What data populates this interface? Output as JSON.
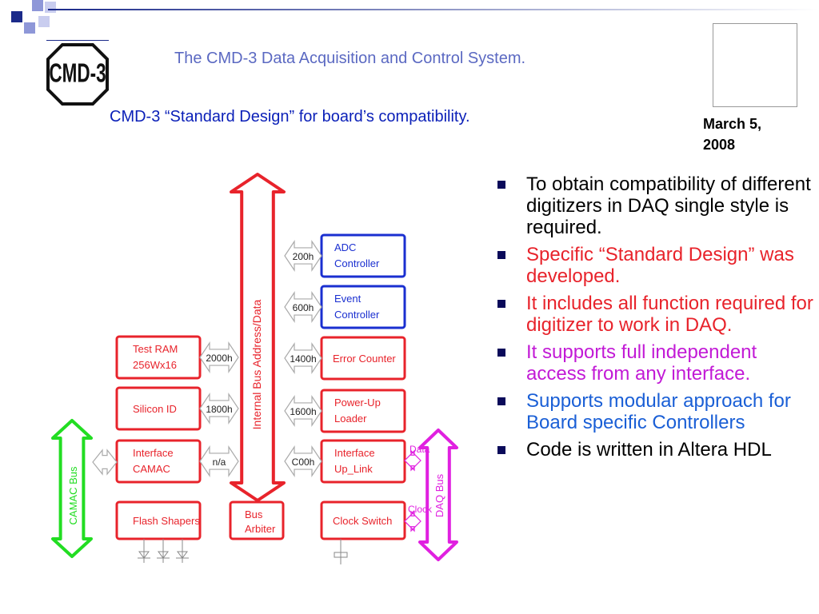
{
  "header": {
    "title": "The CMD-3 Data Acquisition and Control System.",
    "subtitle": "CMD-3 “Standard Design” for board’s compatibility.",
    "date": "March 5, 2008",
    "logo_text": "CMD-3"
  },
  "diagram": {
    "internal_bus_label": "Internal Bus Address/Data",
    "camac_bus_label": "CAMAC Bus",
    "daq_bus_label": "DAQ Bus",
    "data_label": "Data",
    "clock_label": "Clock",
    "left_blocks": [
      {
        "line1": "Test RAM",
        "line2": "256Wx16",
        "addr": "2000h"
      },
      {
        "line1": "Silicon ID",
        "line2": "",
        "addr": "1800h"
      },
      {
        "line1": "Interface",
        "line2": "CAMAC",
        "addr": "n/a"
      },
      {
        "line1": "Flash Shapers",
        "line2": "",
        "addr": ""
      }
    ],
    "right_blocks": [
      {
        "line1": "ADC",
        "line2": "Controller",
        "addr": "200h"
      },
      {
        "line1": "Event",
        "line2": "Controller",
        "addr": "600h"
      },
      {
        "line1": "Error Counter",
        "line2": "",
        "addr": "1400h"
      },
      {
        "line1": "Power-Up",
        "line2": "Loader",
        "addr": "1600h"
      },
      {
        "line1": "Interface",
        "line2": "Up_Link",
        "addr": "C00h"
      },
      {
        "line1": "Clock Switch",
        "line2": "",
        "addr": ""
      }
    ],
    "arbiter": {
      "line1": "Bus",
      "line2": "Arbiter"
    }
  },
  "bullets": [
    {
      "text": "To obtain compatibility of different digitizers in DAQ single style is required.",
      "color": "#000000"
    },
    {
      "text": "Specific “Standard Design” was developed.",
      "color": "#e8232b"
    },
    {
      "text": "It includes all function required for digitizer to work in DAQ.",
      "color": "#e8232b"
    },
    {
      "text": "It supports full independent access from any interface.",
      "color": "#c21ad6"
    },
    {
      "text": "Supports modular approach for Board specific Controllers",
      "color": "#1a5fd6"
    },
    {
      "text": "Code is written in Altera HDL",
      "color": "#000000"
    }
  ],
  "colors": {
    "accent": "#5b69c2",
    "red": "#e8232b",
    "blue": "#1a2fd0",
    "green": "#22dd22",
    "magenta": "#e020e0"
  }
}
